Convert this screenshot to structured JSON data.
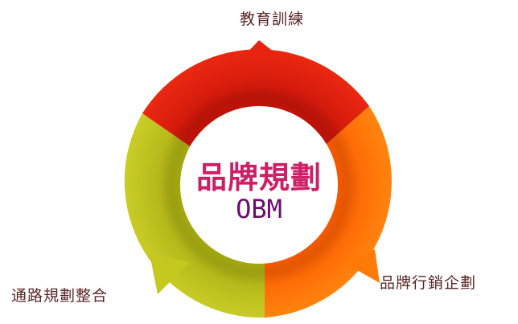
{
  "center": {
    "title": "品牌規劃",
    "subtitle": "OBM"
  },
  "segments": [
    {
      "label": "教育訓練",
      "color": "#e01f0e"
    },
    {
      "label": "品牌行銷企劃",
      "color": "#ff6a00"
    },
    {
      "label": "通路規劃整合",
      "color": "#bfc21a"
    }
  ],
  "colors": {
    "center_title": "#cc1f66",
    "center_subtitle": "#6b0d6e",
    "label_text": "#5a2526"
  }
}
